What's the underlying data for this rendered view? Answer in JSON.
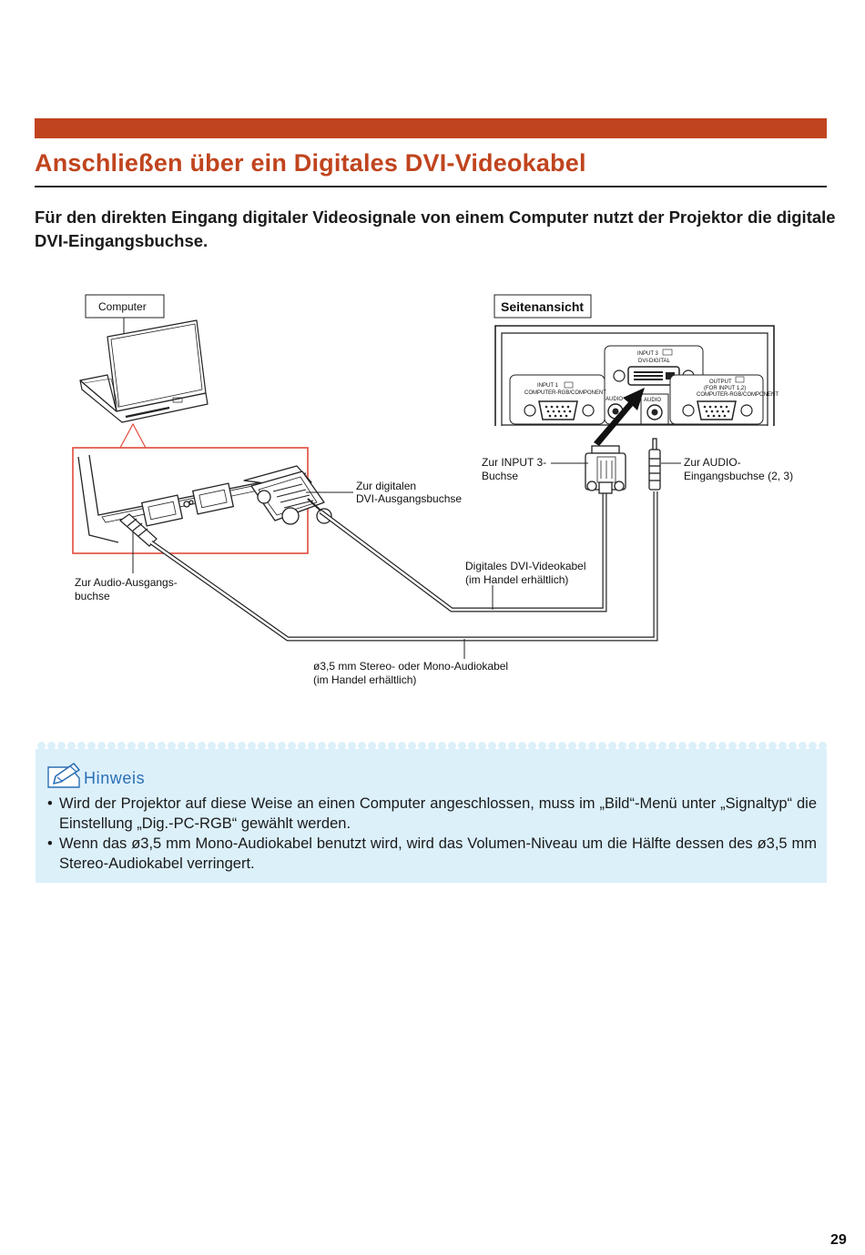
{
  "page": {
    "title": "Anschließen über ein Digitales DVI-Videokabel",
    "intro": "Für den direkten Eingang digitaler Videosignale von einem Computer nutzt der Projektor die digitale DVI-Eingangsbuchse.",
    "page_number": "29",
    "accent_color": "#c0441e",
    "note_background": "#dcf0fa"
  },
  "diagram": {
    "computer_label": "Computer",
    "side_view_label": "Seitenansicht",
    "dvi_out_label_1": "Zur digitalen",
    "dvi_out_label_2": "DVI-Ausgangsbuchse",
    "audio_out_label_1": "Zur Audio-Ausgangs-",
    "audio_out_label_2": "buchse",
    "input3_label_1": "Zur INPUT 3-",
    "input3_label_2": "Buchse",
    "audio_in_label_1": "Zur AUDIO-",
    "audio_in_label_2": "Eingangsbuchse (2, 3)",
    "dvi_cable_label_1": "Digitales DVI-Videokabel",
    "dvi_cable_label_2": "(im Handel erhältlich)",
    "audio_cable_label_1": "ø3,5 mm Stereo- oder Mono-Audiokabel",
    "audio_cable_label_2": "(im Handel erhältlich)",
    "panel": {
      "input3_line1": "INPUT 3",
      "input3_line2": "DVI-DIGITAL",
      "input1_line1": "INPUT 1",
      "input1_line2": "COMPUTER-RGB/COMPONENT",
      "output_line1": "OUTPUT",
      "output_line2": "(FOR INPUT 1,2)",
      "output_line3": "COMPUTER-RGB/COMPONENT",
      "audio_left": "AUDIO",
      "audio_right": "AUDIO"
    }
  },
  "note": {
    "title": "Hinweis",
    "items": [
      "Wird der Projektor auf diese Weise an einen Computer angeschlossen, muss im „Bild“-Menü unter „Signaltyp“ die Einstellung „Dig.-PC-RGB“ gewählt werden.",
      "Wenn das ø3,5 mm Mono-Audiokabel benutzt wird, wird das Volumen-Niveau um die Hälfte dessen des ø3,5 mm Stereo-Audiokabel verringert."
    ]
  }
}
